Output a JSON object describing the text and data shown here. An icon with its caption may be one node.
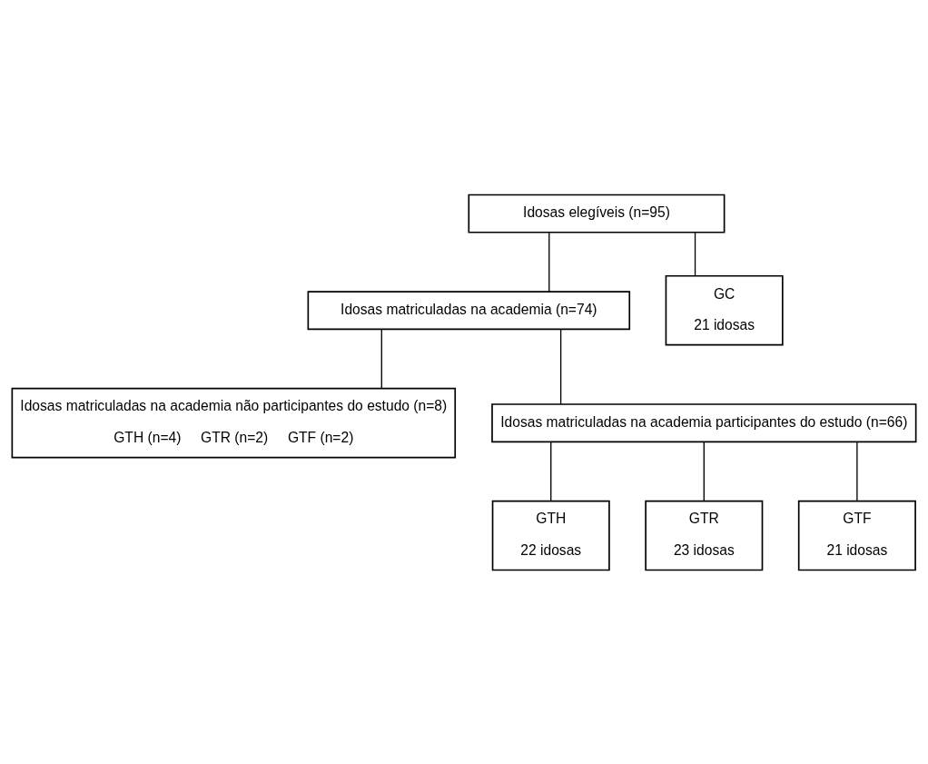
{
  "diagram": {
    "nodes": [
      {
        "text": [
          "Idosas elegíveis (n=95)"
        ]
      },
      {
        "text": [
          "Idosas matriculadas na academia (n=74)"
        ]
      },
      {
        "text": [
          "Idosas matriculadas na academia não participantes do estudo (n=8)",
          "GTH (n=4)",
          "GTR (n=2)",
          "GTF (n=2)"
        ]
      },
      {
        "text": [
          "Idosas matriculadas na academia participantes do estudo (n=66)"
        ]
      },
      {
        "text": [
          "GTH",
          "22 idosas"
        ]
      },
      {
        "text": [
          "GTR",
          "23 idosas"
        ]
      },
      {
        "text": [
          "GTF",
          "21 idosas"
        ]
      },
      {
        "text": [
          "GC",
          "21 idosas"
        ]
      }
    ],
    "edges": [
      {
        "from": 0,
        "to": 1,
        "arrow": "none"
      },
      {
        "from": 0,
        "to": 7,
        "arrow": "none"
      },
      {
        "from": 1,
        "to": 2,
        "arrow": "none"
      },
      {
        "from": 1,
        "to": 3,
        "arrow": "none"
      },
      {
        "from": 3,
        "to": 4,
        "arrow": "none"
      },
      {
        "from": 3,
        "to": 5,
        "arrow": "none"
      },
      {
        "from": 3,
        "to": 6,
        "arrow": "none"
      }
    ]
  }
}
